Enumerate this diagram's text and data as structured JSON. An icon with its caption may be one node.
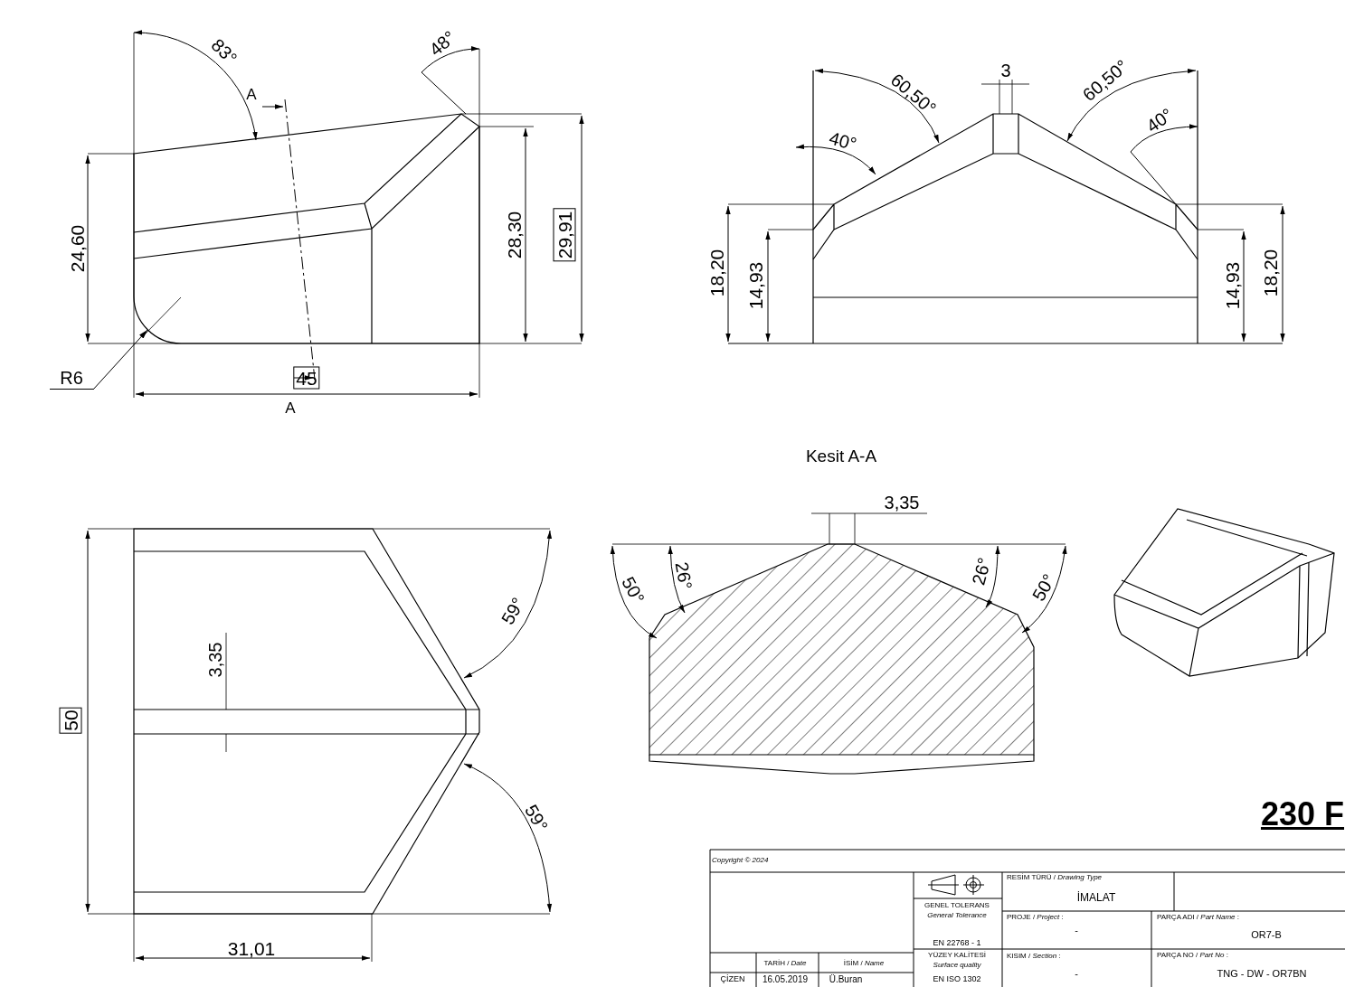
{
  "diagram": {
    "nodes": [
      {
        "text": [
          "R6"
        ]
      },
      {
        "text": [],
        "shape": "arc"
      }
    ],
    "edges": [
      {
        "from": 0,
        "to": 1,
        "arrow": "to"
      }
    ],
    "labels": [
      "83°",
      "48°",
      "A",
      "24,60",
      "28,30",
      "29,91",
      "45",
      "A",
      "3",
      "60,50°",
      "60,50°",
      "40°",
      "40°",
      "18,20",
      "14,93",
      "14,93",
      "18,20",
      "Kesit A-A",
      "59°",
      "3,35",
      "50",
      "59°",
      "31,01",
      "3,35",
      "50°",
      "26°",
      "26°",
      "50°",
      "230 F",
      "Copyright © 2024",
      "GENEL TOLERANS",
      "General Tolerance",
      "EN 22768 - 1",
      "YÜZEY KALİTESİ",
      "Surface quality",
      "EN ISO 1302",
      "RESİM TÜRÜ / *Drawing Type*",
      "İMALAT",
      "PROJE / *Project* :",
      "-",
      "PARÇA ADI / *Part Name* :",
      "OR7-B",
      "KISIM / *Section* :",
      "-",
      "PARÇA NO / *Part No* :",
      "TNG - DW - OR7BN",
      "TARİH / *Date*",
      "İSİM / *Name*",
      "ÇİZEN",
      "16.05.2019",
      "Ü.Buran"
    ]
  }
}
